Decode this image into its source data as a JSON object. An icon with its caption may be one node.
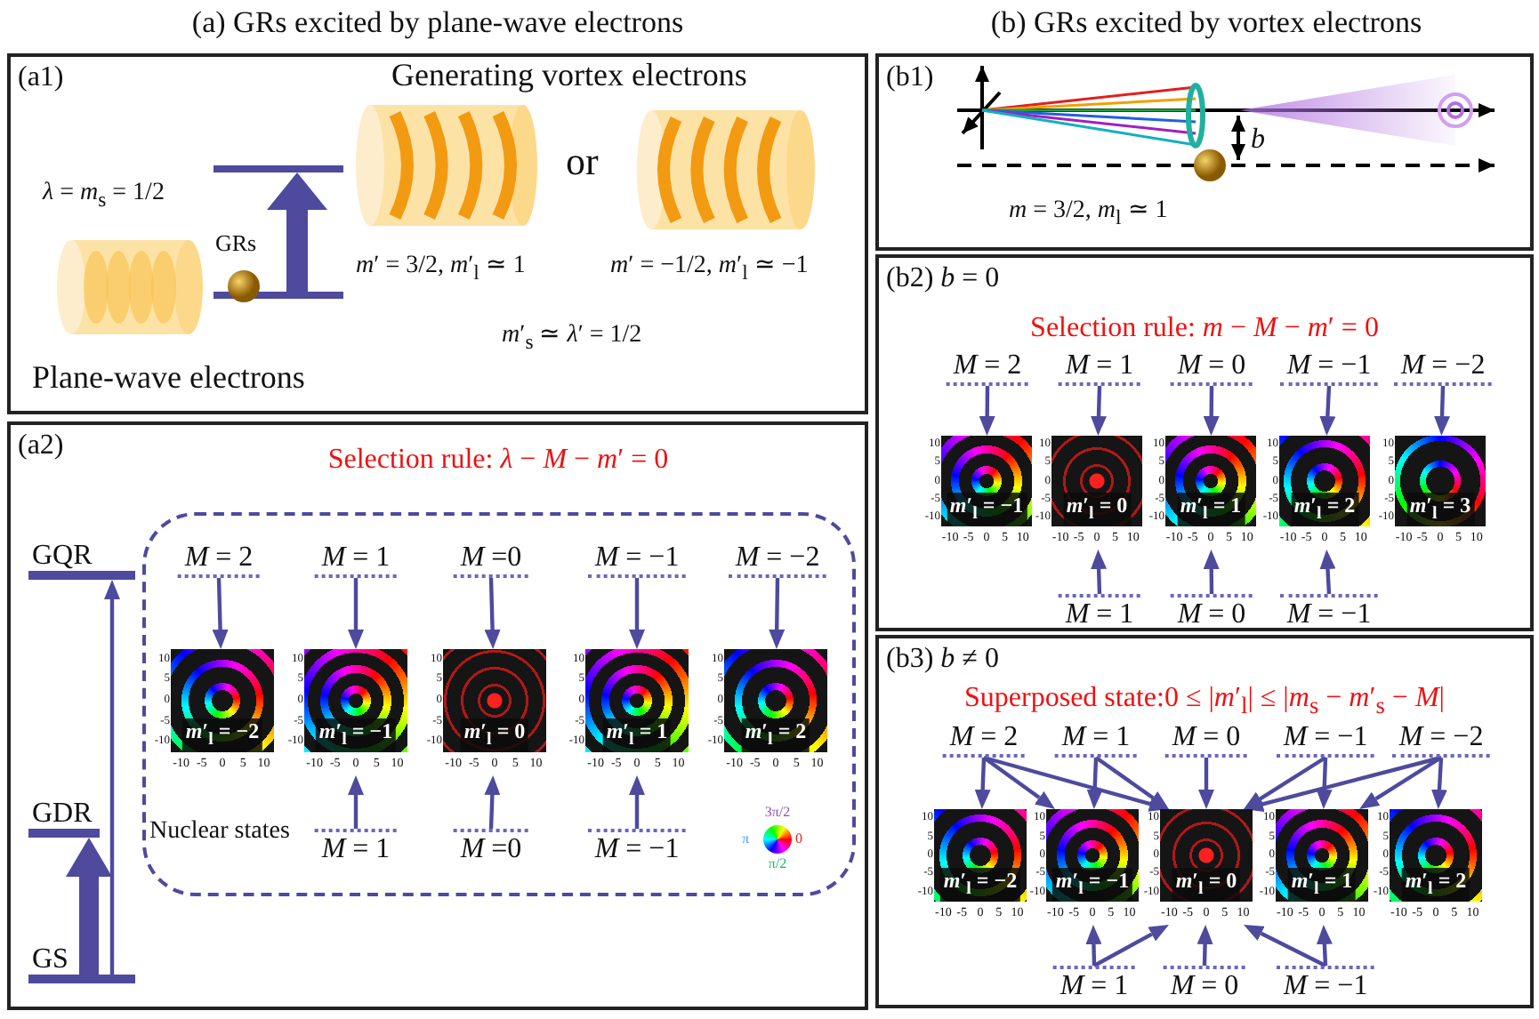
{
  "diagram": {
    "nodes": [
      {
        "text": [
          "(a1)"
        ],
        "beside": [
          "(a) GRs excited by plane-wave electrons"
        ]
      },
      {
        "text": [
          "(a2)",
          "Selection rule: *λ* − *M* − *m*′ = 0"
        ]
      },
      {
        "text": [
          "GQR"
        ],
        "in": 1
      },
      {
        "text": [
          "GDR"
        ],
        "in": 1
      },
      {
        "text": [
          "GS"
        ],
        "in": 1
      },
      {
        "text": [],
        "shape": "box",
        "in": 1
      },
      {
        "text": [
          "*M* = 2"
        ],
        "in": 5
      },
      {
        "text": [
          "*M* = 1"
        ],
        "in": 5
      },
      {
        "text": [
          "*M* =0"
        ],
        "in": 5
      },
      {
        "text": [
          "*M* = −1"
        ],
        "in": 5
      },
      {
        "text": [
          "*M* = −2"
        ],
        "in": 5
      },
      {
        "text": [
          "*m*′$_{l}$ = −2"
        ],
        "in": 5,
        "beside": [
          "10",
          "5",
          "0",
          "-5",
          "-10",
          "-10",
          "-5",
          "0",
          "5",
          "10"
        ]
      },
      {
        "text": [
          "*m*′$_{l}$ = −1"
        ],
        "in": 5,
        "beside": [
          "10",
          "5",
          "0",
          "-5",
          "-10",
          "-10",
          "-5",
          "0",
          "5",
          "10"
        ]
      },
      {
        "text": [
          "*m*′$_{l}$ = 0"
        ],
        "in": 5,
        "beside": [
          "10",
          "5",
          "0",
          "-5",
          "-10",
          "-10",
          "-5",
          "0",
          "5",
          "10"
        ]
      },
      {
        "text": [
          "*m*′$_{l}$ = 1"
        ],
        "in": 5,
        "beside": [
          "10",
          "5",
          "0",
          "-5",
          "-10",
          "-10",
          "-5",
          "0",
          "5",
          "10"
        ]
      },
      {
        "text": [
          "*m*′$_{l}$ = 2"
        ],
        "in": 5,
        "beside": [
          "10",
          "5",
          "0",
          "-5",
          "-10",
          "-10",
          "-5",
          "0",
          "5",
          "10"
        ]
      },
      {
        "text": [
          "*M* = 1"
        ],
        "in": 5
      },
      {
        "text": [
          "*M* =0"
        ],
        "in": 5
      },
      {
        "text": [
          "*M* = −1"
        ],
        "in": 5
      },
      {
        "text": [
          "(b1)"
        ],
        "beside": [
          "(b) GRs excited by vortex electrons"
        ]
      },
      {
        "text": [
          "(b2) *b* = 0",
          "Selection rule: *m* − *M* − *m*′ = 0"
        ]
      },
      {
        "text": [
          "*M* = 2"
        ],
        "in": 20
      },
      {
        "text": [
          "*M* = 1"
        ],
        "in": 20
      },
      {
        "text": [
          "*M* = 0"
        ],
        "in": 20
      },
      {
        "text": [
          "*M* = −1"
        ],
        "in": 20
      },
      {
        "text": [
          "*M* = −2"
        ],
        "in": 20
      },
      {
        "text": [
          "*m*′$_{l}$ = −1"
        ],
        "in": 20,
        "beside": [
          "10",
          "5",
          "0",
          "-5",
          "-10",
          "-10",
          "-5",
          "0",
          "5",
          "10"
        ]
      },
      {
        "text": [
          "*m*′$_{l}$ = 0"
        ],
        "in": 20,
        "beside": [
          "10",
          "5",
          "0",
          "-5",
          "-10",
          "-10",
          "-5",
          "0",
          "5",
          "10"
        ]
      },
      {
        "text": [
          "*m*′$_{l}$ = 1"
        ],
        "in": 20,
        "beside": [
          "10",
          "5",
          "0",
          "-5",
          "-10",
          "-10",
          "-5",
          "0",
          "5",
          "10"
        ]
      },
      {
        "text": [
          "*m*′$_{l}$ = 2"
        ],
        "in": 20,
        "beside": [
          "10",
          "5",
          "0",
          "-5",
          "-10",
          "-10",
          "-5",
          "0",
          "5",
          "10"
        ]
      },
      {
        "text": [
          "*m*′$_{l}$ = 3"
        ],
        "in": 20,
        "beside": [
          "10",
          "5",
          "0",
          "-5",
          "-10",
          "-10",
          "-5",
          "0",
          "5",
          "10"
        ]
      },
      {
        "text": [
          "*M* = 1"
        ],
        "in": 20
      },
      {
        "text": [
          "*M* = 0"
        ],
        "in": 20
      },
      {
        "text": [
          "*M* = −1"
        ],
        "in": 20
      },
      {
        "text": [
          "(b3) *b* ≠ 0",
          "Superposed state:0 ≤ |*m*′$_{l}$| ≤ |*m*$_{s}$ − *m*′$_{s}$ − *M*|"
        ]
      },
      {
        "text": [
          "*M* = 2"
        ],
        "in": 34
      },
      {
        "text": [
          "*M* = 1"
        ],
        "in": 34
      },
      {
        "text": [
          "*M* = 0"
        ],
        "in": 34
      },
      {
        "text": [
          "*M* = −1"
        ],
        "in": 34
      },
      {
        "text": [
          "*M* = −2"
        ],
        "in": 34
      },
      {
        "text": [
          "*m*′$_{l}$ = −2"
        ],
        "in": 34,
        "beside": [
          "10",
          "5",
          "0",
          "-5",
          "-10",
          "-10",
          "-5",
          "0",
          "5",
          "10"
        ]
      },
      {
        "text": [
          "*m*′$_{l}$ = −1"
        ],
        "in": 34,
        "beside": [
          "10",
          "5",
          "0",
          "-5",
          "-10",
          "-10",
          "-5",
          "0",
          "5",
          "10"
        ]
      },
      {
        "text": [
          "*m*′$_{l}$ = 0"
        ],
        "in": 34,
        "beside": [
          "10",
          "5",
          "0",
          "-5",
          "-10",
          "-10",
          "-5",
          "0",
          "5",
          "10"
        ]
      },
      {
        "text": [
          "*m*′$_{l}$ = 1"
        ],
        "in": 34,
        "beside": [
          "10",
          "5",
          "0",
          "-5",
          "-10",
          "-10",
          "-5",
          "0",
          "5",
          "10"
        ]
      },
      {
        "text": [
          "*m*′$_{l}$ = 2"
        ],
        "in": 34,
        "beside": [
          "10",
          "5",
          "0",
          "-5",
          "-10",
          "-10",
          "-5",
          "0",
          "5",
          "10"
        ]
      },
      {
        "text": [
          "*M* = 1"
        ],
        "in": 34
      },
      {
        "text": [
          "*M* = 0"
        ],
        "in": 34
      },
      {
        "text": [
          "*M* = −1"
        ],
        "in": 34
      }
    ],
    "edges": [
      {
        "from": 4,
        "to": 3,
        "arrow": "to",
        "style": "thick"
      },
      {
        "from": 4,
        "to": 2,
        "arrow": "to"
      },
      {
        "from": 6,
        "to": 11,
        "arrow": "to"
      },
      {
        "from": 7,
        "to": 12,
        "arrow": "to"
      },
      {
        "from": 8,
        "to": 13,
        "arrow": "to"
      },
      {
        "from": 9,
        "to": 14,
        "arrow": "to"
      },
      {
        "from": 10,
        "to": 15,
        "arrow": "to"
      },
      {
        "from": 16,
        "to": 12,
        "arrow": "to"
      },
      {
        "from": 17,
        "to": 13,
        "arrow": "to"
      },
      {
        "from": 18,
        "to": 14,
        "arrow": "to"
      },
      {
        "from": 21,
        "to": 26,
        "arrow": "to"
      },
      {
        "from": 22,
        "to": 27,
        "arrow": "to"
      },
      {
        "from": 23,
        "to": 28,
        "arrow": "to"
      },
      {
        "from": 24,
        "to": 29,
        "arrow": "to"
      },
      {
        "from": 25,
        "to": 30,
        "arrow": "to"
      },
      {
        "from": 31,
        "to": 27,
        "arrow": "to"
      },
      {
        "from": 32,
        "to": 28,
        "arrow": "to"
      },
      {
        "from": 33,
        "to": 29,
        "arrow": "to"
      },
      {
        "from": 35,
        "to": 40,
        "arrow": "to"
      },
      {
        "from": 35,
        "to": 41,
        "arrow": "to"
      },
      {
        "from": 35,
        "to": 42,
        "arrow": "to"
      },
      {
        "from": 36,
        "to": 41,
        "arrow": "to"
      },
      {
        "from": 36,
        "to": 42,
        "arrow": "to"
      },
      {
        "from": 37,
        "to": 42,
        "arrow": "to"
      },
      {
        "from": 38,
        "to": 42,
        "arrow": "to"
      },
      {
        "from": 38,
        "to": 43,
        "arrow": "to"
      },
      {
        "from": 39,
        "to": 42,
        "arrow": "to"
      },
      {
        "from": 39,
        "to": 43,
        "arrow": "to"
      },
      {
        "from": 39,
        "to": 44,
        "arrow": "to"
      },
      {
        "from": 45,
        "to": 41,
        "arrow": "to"
      },
      {
        "from": 45,
        "to": 42,
        "arrow": "to"
      },
      {
        "from": 46,
        "to": 42,
        "arrow": "to"
      },
      {
        "from": 47,
        "to": 42,
        "arrow": "to"
      },
      {
        "from": 47,
        "to": 43,
        "arrow": "to"
      }
    ],
    "labels": [
      "Generating vortex electrons",
      "*λ* = *m*$_{s}$ = 1/2",
      "GRs",
      "or",
      "*m*′ = 3/2, *m*′$_{l}$ ≃ 1",
      "*m*′ = −1/2, *m*′$_{l}$ ≃ −1",
      "*m*′$_{s}$ ≃ *λ*′ = 1/2",
      "Plane-wave electrons",
      "Nuclear states",
      "3π/2",
      "π",
      "0",
      "π/2",
      "*b*",
      "*m* = 3/2, *m*$_{l}$ ≃ 1"
    ]
  }
}
